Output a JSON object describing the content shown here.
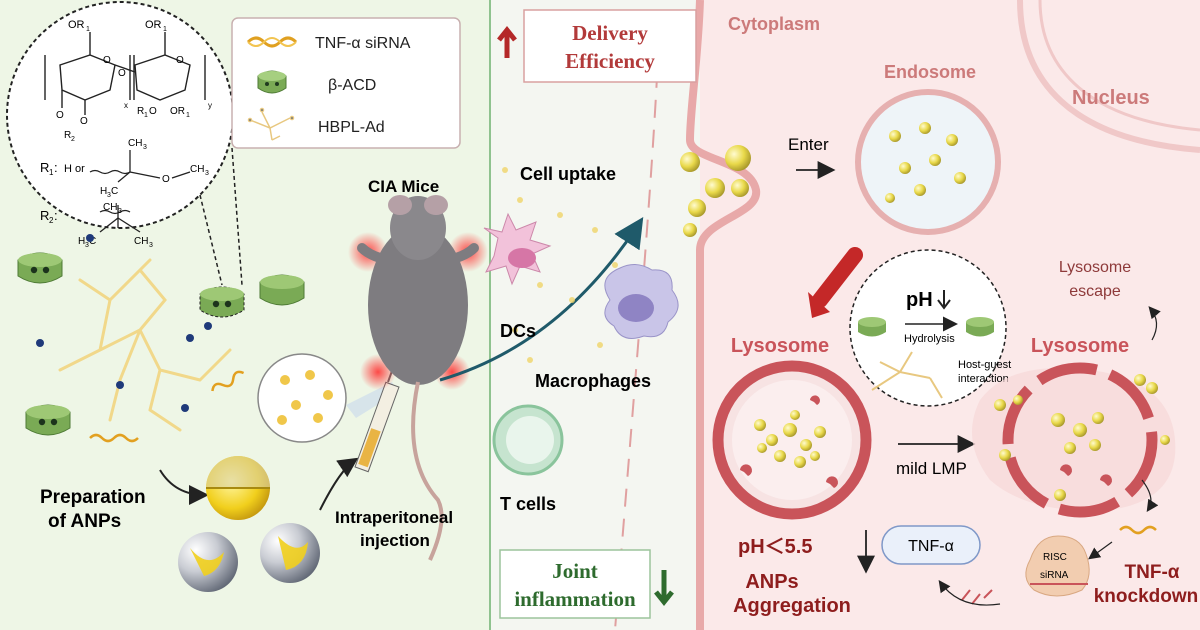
{
  "legend": {
    "sirna": "TNF-α siRNA",
    "acd": "β-ACD",
    "hbpl": "HBPL-Ad"
  },
  "chem": {
    "or1_top_a": "OR",
    "or1_top_b": "OR",
    "sub1": "1",
    "o_ring_a": "O",
    "o_ring_b": "O",
    "o_link": "O",
    "sub_x": "x",
    "sub_y": "y",
    "r1o": "R",
    "r1o_o": "O",
    "or1_bot": "OR",
    "o_a": "O",
    "o_b": "O",
    "r2_sub": "R",
    "two": "2",
    "r1_label": "R",
    "r1_colon": ":",
    "h_or": "H or",
    "ch3_a": "CH",
    "ch3_b": "CH",
    "ch3_c": "CH",
    "h3c_a": "H",
    "h3c_a2": "C",
    "o_ether": "O",
    "r2_label": "R",
    "r2_colon": ":",
    "ch3_d": "CH",
    "h3c_b": "H",
    "h3c_b2": "C",
    "ch3_e": "CH",
    "three": "3"
  },
  "left": {
    "prep_line1": "Preparation",
    "prep_line2": "of ANPs",
    "cia_mice": "CIA Mice",
    "ip_line1": "Intraperitoneal",
    "ip_line2": "injection"
  },
  "middle": {
    "delivery_line1": "Delivery",
    "delivery_line2": "Efficiency",
    "cell_uptake": "Cell uptake",
    "dcs": "DCs",
    "macrophages": "Macrophages",
    "t_cells": "T cells",
    "joint_line1": "Joint",
    "joint_line2": "inflammation"
  },
  "right": {
    "cytoplasm": "Cytoplasm",
    "endosome": "Endosome",
    "nucleus": "Nucleus",
    "enter": "Enter",
    "ph_label": "pH",
    "hydrolysis": "Hydrolysis",
    "host_guest_1": "Host-guest",
    "host_guest_2": "interaction",
    "lysosome_escape_1": "Lysosome",
    "lysosome_escape_2": "escape",
    "lysosome_left": "Lysosome",
    "lysosome_right": "Lysosome",
    "mild_lmp": "mild LMP",
    "ph_threshold": "pH＜5.5",
    "anps_1": "ANPs",
    "anps_2": "Aggregation",
    "tnf_box": "TNF-α",
    "risc": "RISC",
    "sirna_small": "siRNA",
    "tnf_kd_1": "TNF-α",
    "tnf_kd_2": "knockdown"
  },
  "colors": {
    "panel_green": "#eef6e6",
    "panel_pink": "#fbe9e9",
    "dark_red": "#8e1d1d",
    "dark_green": "#2e6b2e",
    "lysosome_red": "#c9545a",
    "np_yellow": "#efe06a"
  }
}
